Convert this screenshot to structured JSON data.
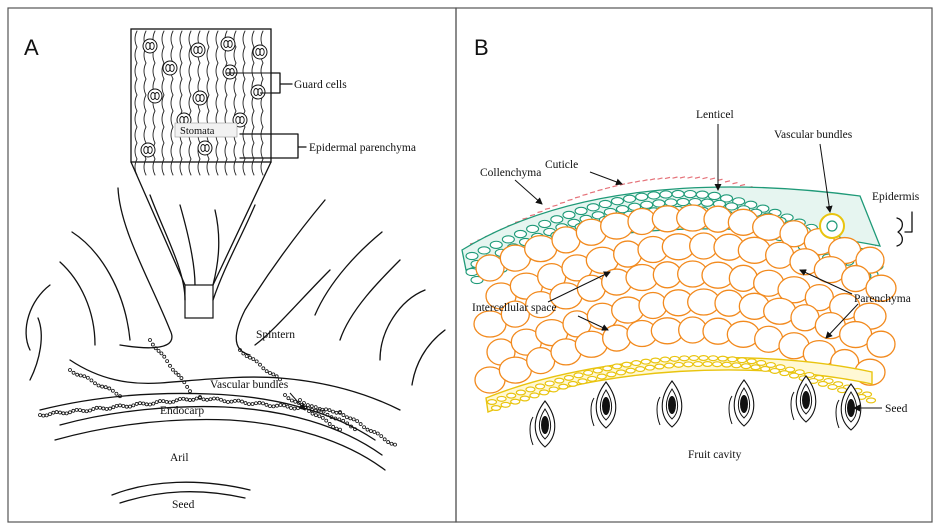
{
  "panel_a": {
    "letter": "A",
    "labels": {
      "guard_cells": "Guard cells",
      "stomata": "Stomata",
      "epidermal_parenchyma": "Epidermal parenchyma",
      "spintern": "Spintern",
      "vascular_bundles": "Vascular bundles",
      "endocarp": "Endocarp",
      "aril": "Aril",
      "seed": "Seed"
    }
  },
  "panel_b": {
    "letter": "B",
    "labels": {
      "cuticle": "Cuticle",
      "lenticel": "Lenticel",
      "vascular_bundles": "Vascular bundles",
      "collenchyma": "Collenchyma",
      "epidermis": "Epidermis",
      "intercellular_space": "Intercellular  space",
      "parenchyma": "Parenchyma",
      "seed": "Seed",
      "fruit_cavity": "Fruit cavity"
    }
  },
  "colors": {
    "parenchyma": "#f28a1e",
    "collenchyma": "#1f9a78",
    "cuticle": "#e5737a",
    "seed_layer": "#e9c40f"
  }
}
